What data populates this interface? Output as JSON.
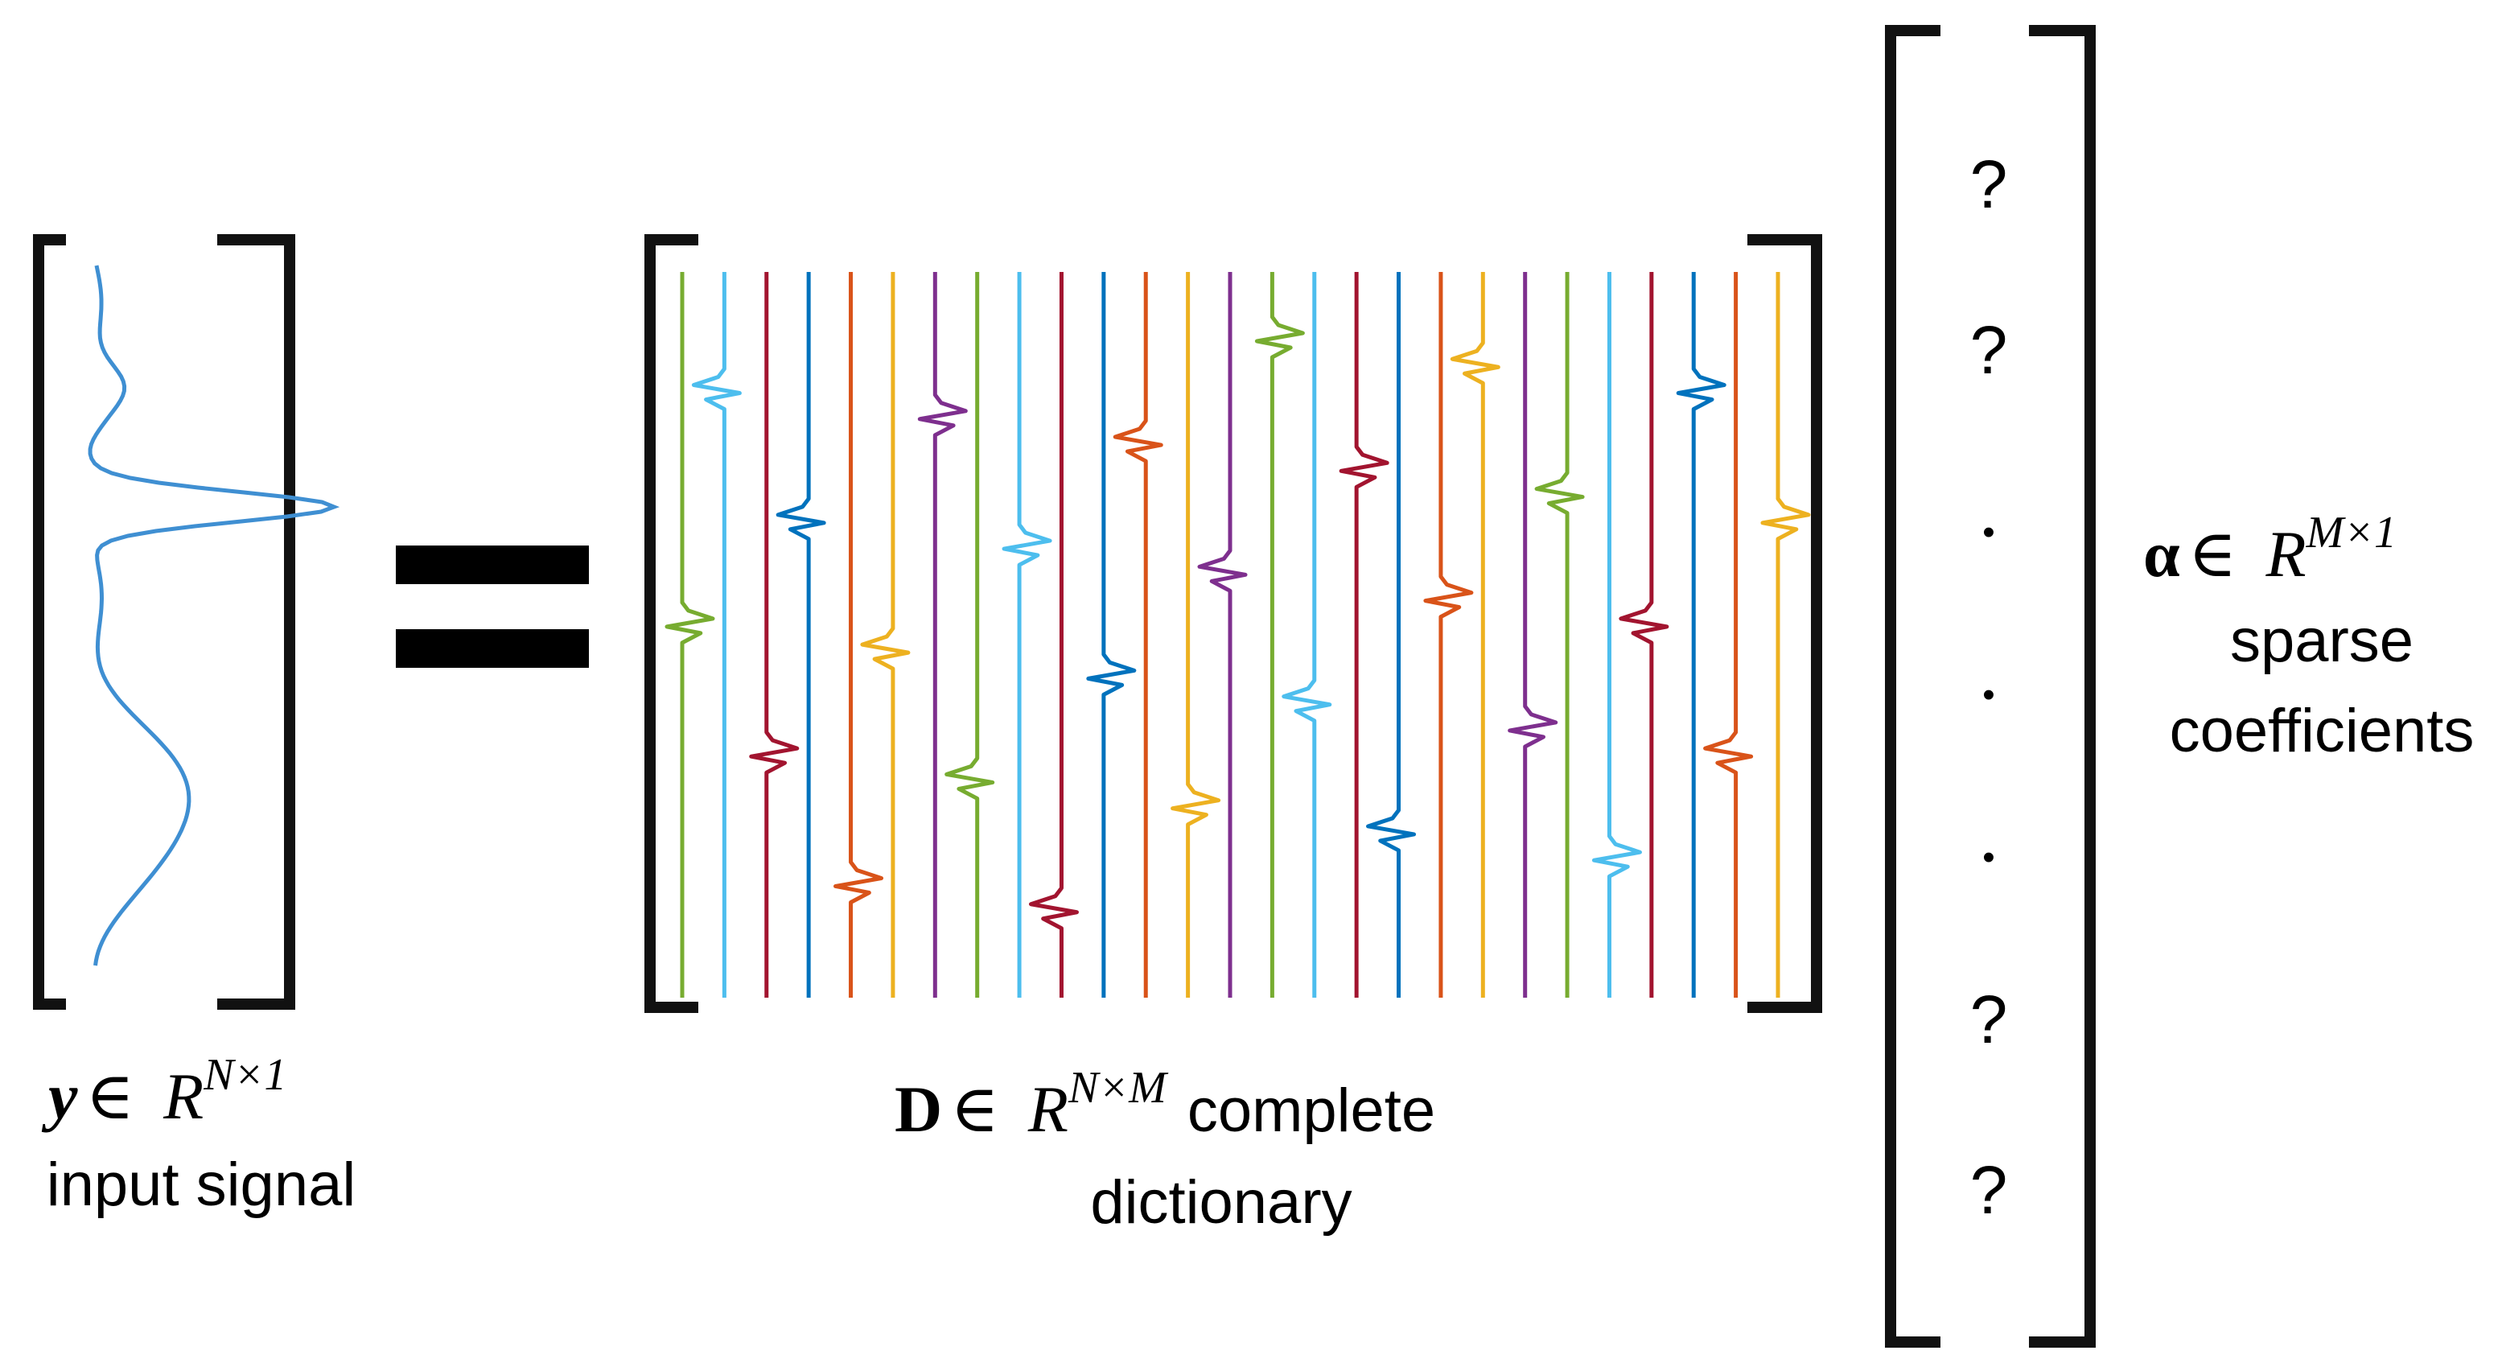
{
  "signal": {
    "symbol": "y",
    "in": "∈",
    "space": "R",
    "superscript": "N×1",
    "label": "input signal",
    "color": "#3f8fd2"
  },
  "equals": "=",
  "dictionary": {
    "symbol": "D",
    "in": "∈",
    "space": "R",
    "superscript": "N×M",
    "label_line1": "complete",
    "label_line2": "dictionary",
    "atom_colors": [
      "#77ac30",
      "#4dbeee",
      "#a2142f",
      "#0072bd",
      "#d95319",
      "#edb120",
      "#7e2f8e"
    ],
    "atom_count": 27
  },
  "coefficients": {
    "entries": [
      "?",
      "?",
      "•",
      "•",
      "•",
      "?",
      "?"
    ],
    "symbol": "α",
    "in": "∈",
    "space": "R",
    "superscript": "M×1",
    "label_line1": "sparse",
    "label_line2": "coefficients"
  }
}
